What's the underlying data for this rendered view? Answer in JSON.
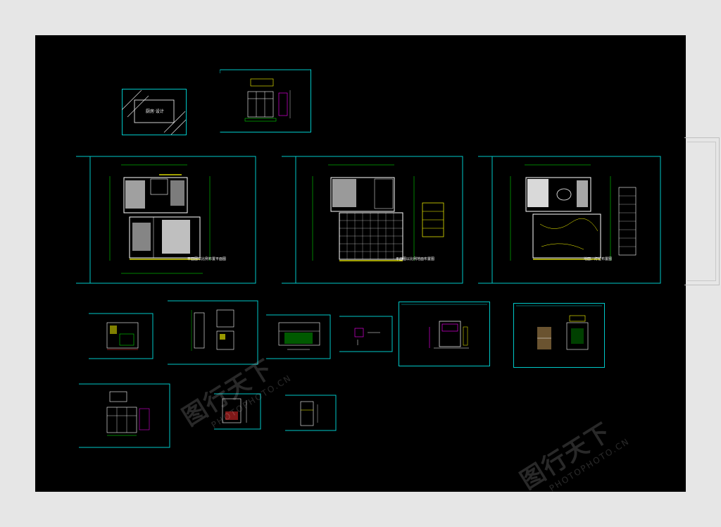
{
  "colors": {
    "page_background": "#e6e6e6",
    "canvas_background": "#000000",
    "frame_cyan": "#00c8c8",
    "line_white": "#ffffff",
    "line_yellow": "#ffff00",
    "line_magenta": "#ff00ff",
    "line_green": "#00ff00",
    "line_red": "#ff3030"
  },
  "cover": {
    "title": "厨房·设计"
  },
  "plans": [
    {
      "title": "平面图以比例布置平面图"
    },
    {
      "title": "平面图以比例地面布置图"
    },
    {
      "title": "地面、灯位布置图"
    }
  ],
  "watermark": {
    "text_cn": "图行天下",
    "text_en": "PHOTOPHOTO.CN"
  }
}
